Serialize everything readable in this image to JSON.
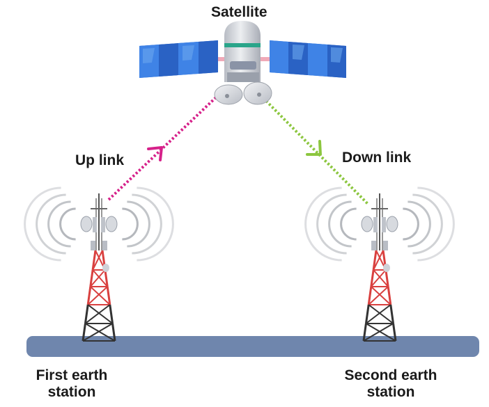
{
  "labels": {
    "satellite": "Satellite",
    "uplink": "Up link",
    "downlink": "Down link",
    "station1_line1": "First earth",
    "station1_line2": "station",
    "station2_line1": "Second earth",
    "station2_line2": "station"
  },
  "colors": {
    "uplink": "#d6218a",
    "downlink": "#8cc63f",
    "ground": "#6f86ad",
    "tower_upper": "#d9403f",
    "tower_lower": "#333333",
    "panel": "#2f6fd6",
    "panel_light": "#6aa7ef",
    "satellite_body": "#d0d3d9",
    "satellite_band": "#2aa58a"
  },
  "icons": [
    "satellite-icon",
    "tower-icon",
    "signal-waves-icon",
    "arrow-icon"
  ]
}
